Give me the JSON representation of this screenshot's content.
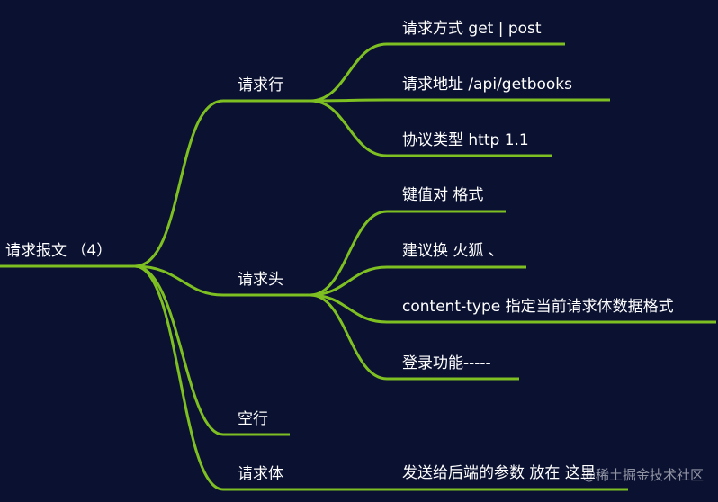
{
  "root": {
    "label": "请求报文  （4）"
  },
  "branches": [
    {
      "label": "请求行"
    },
    {
      "label": "请求头"
    },
    {
      "label": "空行"
    },
    {
      "label": "请求体"
    }
  ],
  "leaves": {
    "request_line": [
      "请求方式 get | post",
      "请求地址  /api/getbooks",
      "协议类型 http 1.1"
    ],
    "request_header": [
      "键值对 格式",
      "建议换 火狐 、",
      "content-type  指定当前请求体数据格式",
      "登录功能-----"
    ],
    "request_body": [
      "发送给后端的参数 放在 这里"
    ]
  },
  "watermark": "@稀土掘金技术社区",
  "colors": {
    "background": "#0b1131",
    "branch_line": "#7ec022",
    "text": "#ffffff"
  }
}
